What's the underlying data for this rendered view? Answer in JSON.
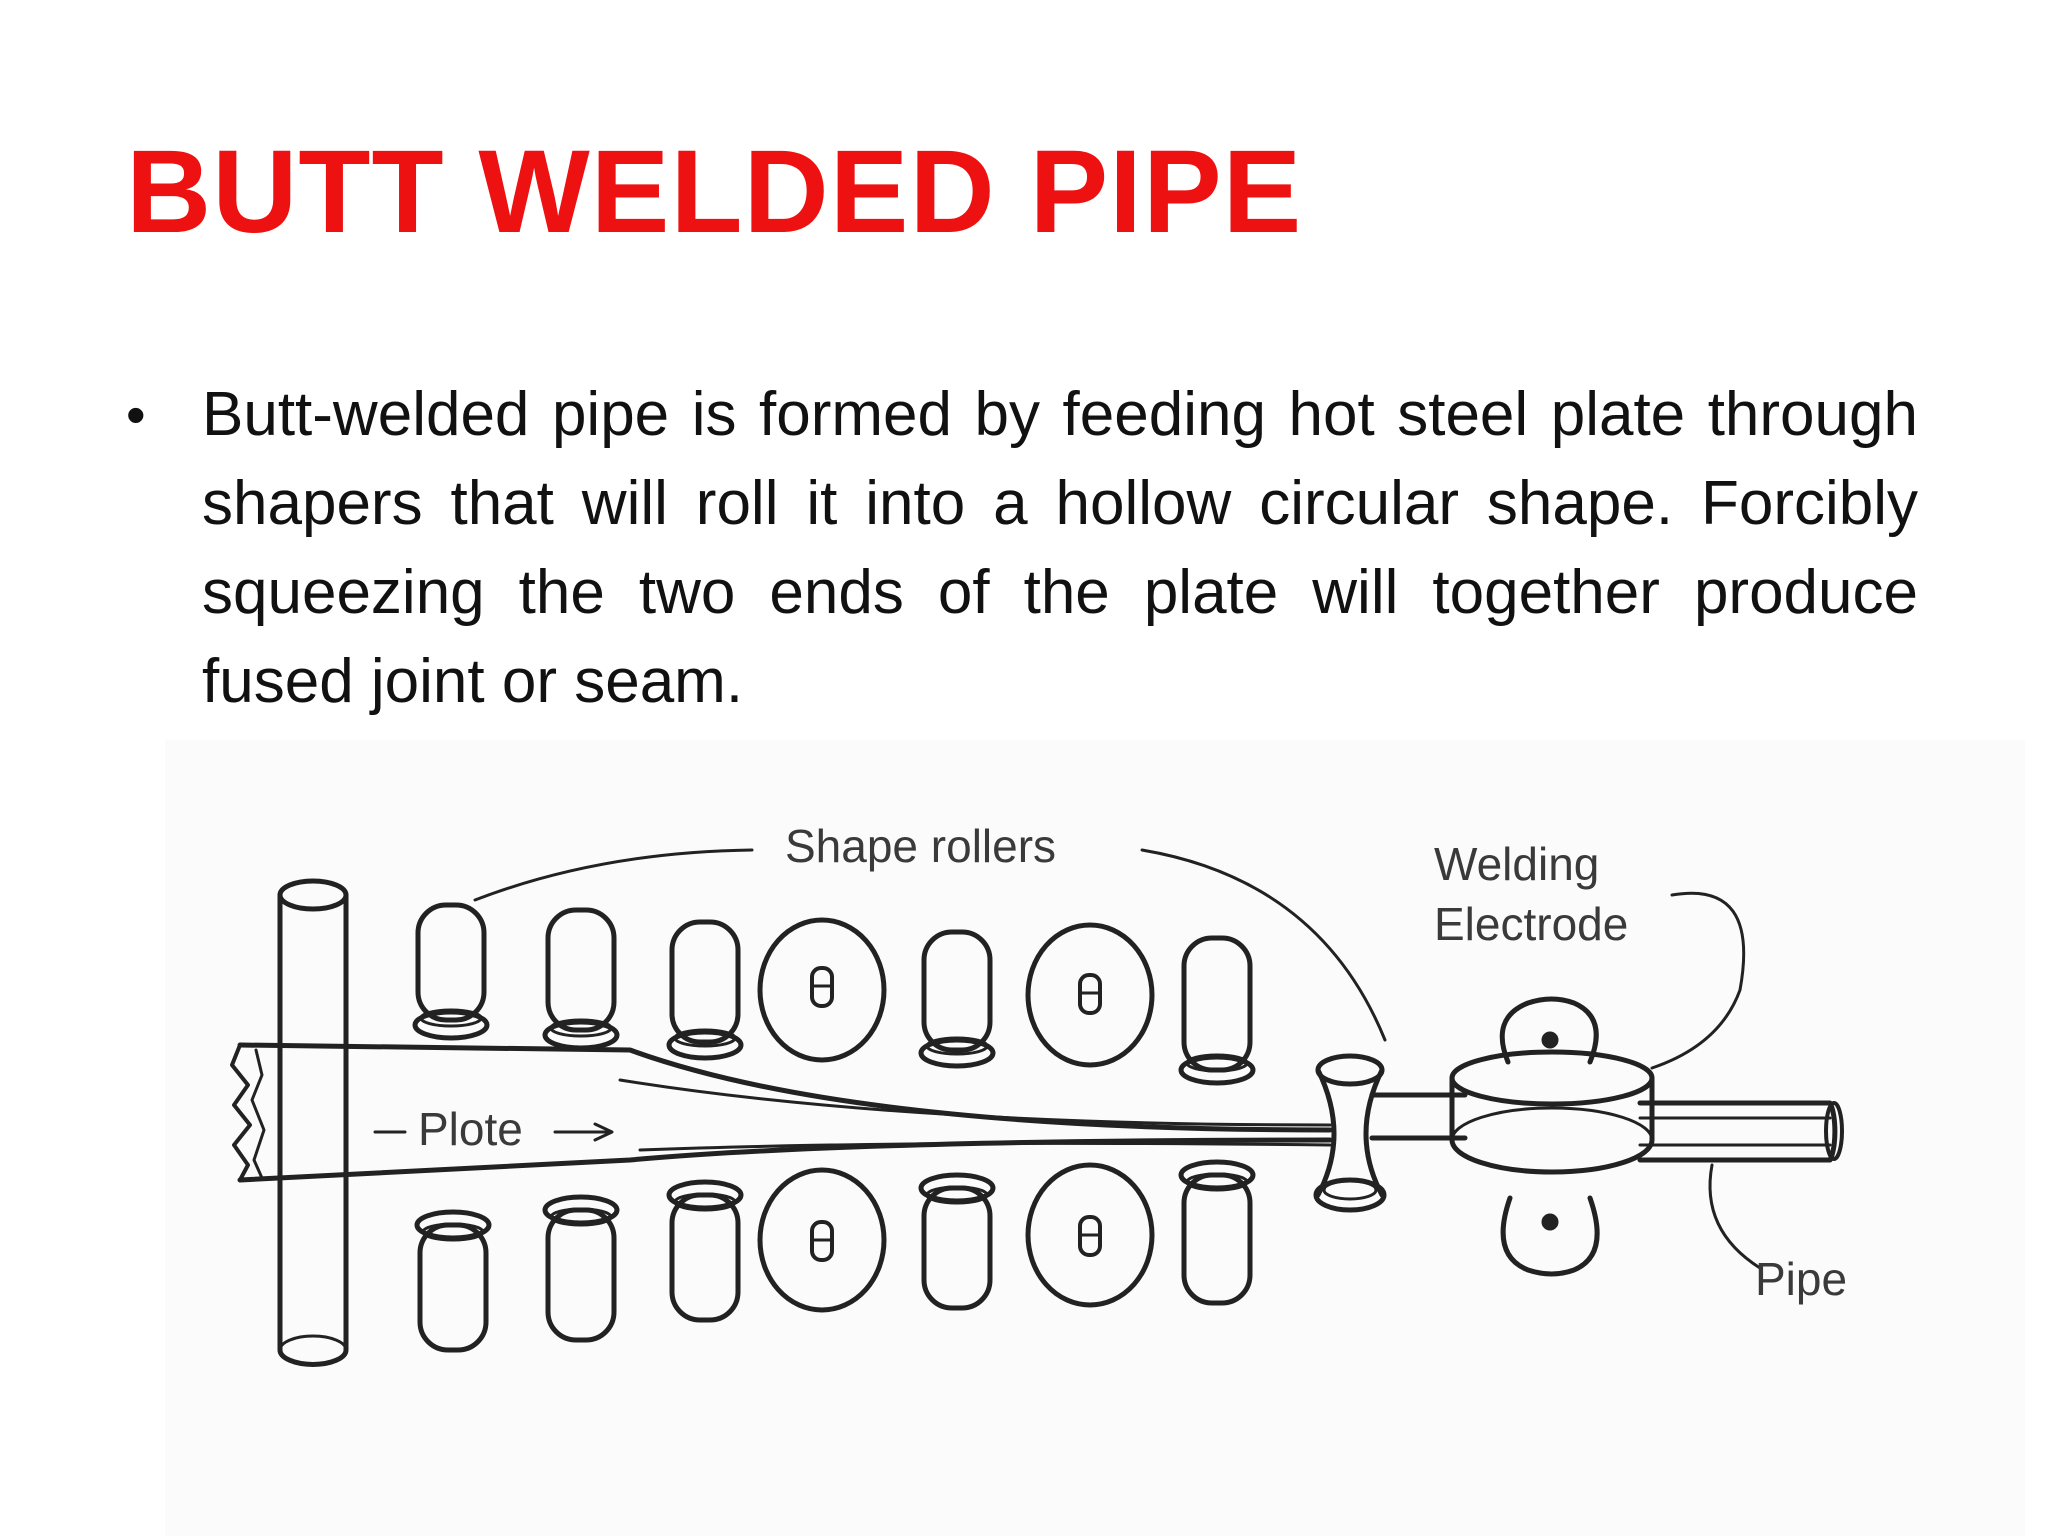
{
  "slide": {
    "title": "BUTT WELDED PIPE",
    "bullet": "Butt-welded pipe is formed by feeding hot steel plate through shapers that will roll it into a hollow circular shape. Forcibly squeezing the two ends of the plate will together produce fused joint or seam."
  },
  "colors": {
    "title": "#ee1111",
    "text": "#111111",
    "line": "#222222"
  },
  "diagram": {
    "labels": {
      "shape_rollers": "Shape rollers",
      "welding_line1": "Welding",
      "welding_line2": "Electrode",
      "plate": "Plote",
      "pipe": "Pipe"
    }
  }
}
